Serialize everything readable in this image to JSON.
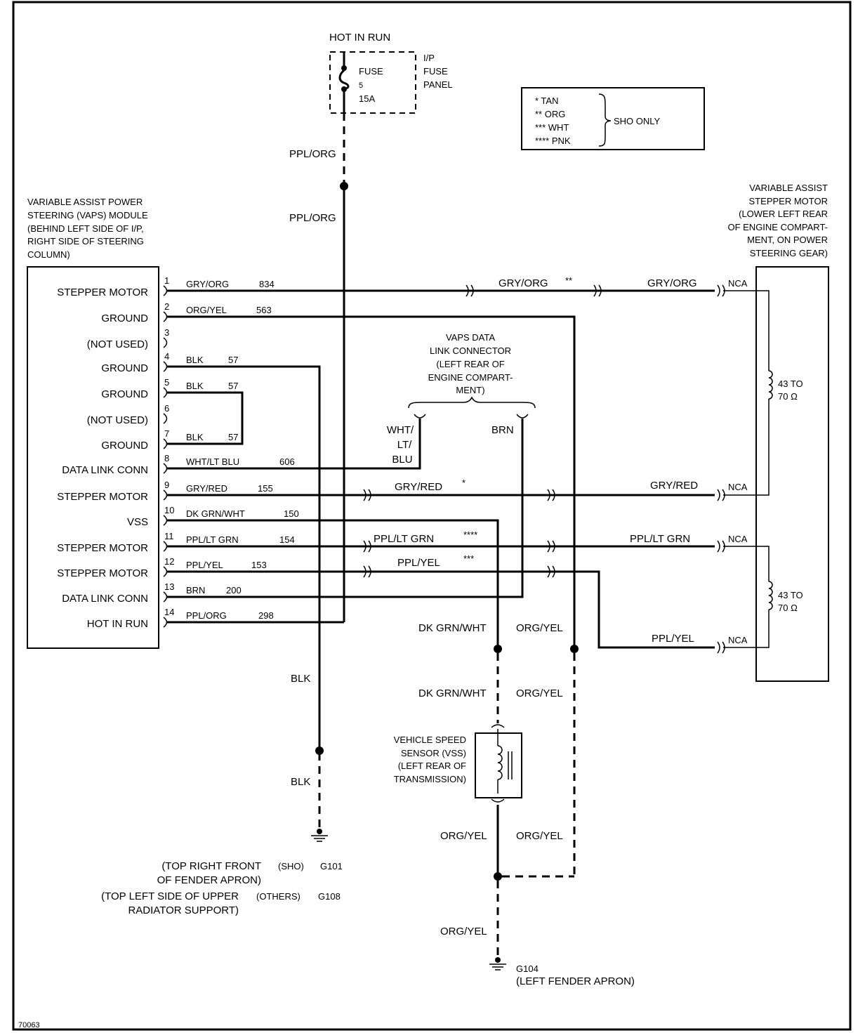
{
  "fuse_panel": {
    "hot_label": "HOT IN RUN",
    "fuse_lines": [
      "FUSE",
      "5",
      "15A"
    ],
    "panel_lines": [
      "I/P",
      "FUSE",
      "PANEL"
    ]
  },
  "legend": {
    "items": [
      "* TAN",
      "** ORG",
      "*** WHT",
      "**** PNK"
    ],
    "note": "SHO ONLY"
  },
  "feed_wire": {
    "upper_label": "PPL/ORG",
    "lower_label": "PPL/ORG"
  },
  "module": {
    "title_lines": [
      "VARIABLE ASSIST POWER",
      "STEERING (VAPS) MODULE",
      "(BEHIND LEFT SIDE OF I/P,",
      "RIGHT SIDE OF STEERING",
      "COLUMN)"
    ],
    "pins": [
      {
        "num": "1",
        "name": "STEPPER MOTOR",
        "wire": "GRY/ORG",
        "circuit": "834"
      },
      {
        "num": "2",
        "name": "GROUND",
        "wire": "ORG/YEL",
        "circuit": "563"
      },
      {
        "num": "3",
        "name": "(NOT USED)",
        "wire": "",
        "circuit": ""
      },
      {
        "num": "4",
        "name": "GROUND",
        "wire": "BLK",
        "circuit": "57"
      },
      {
        "num": "5",
        "name": "GROUND",
        "wire": "BLK",
        "circuit": "57"
      },
      {
        "num": "6",
        "name": "(NOT USED)",
        "wire": "",
        "circuit": ""
      },
      {
        "num": "7",
        "name": "GROUND",
        "wire": "BLK",
        "circuit": "57"
      },
      {
        "num": "8",
        "name": "DATA LINK CONN",
        "wire": "WHT/LT BLU",
        "circuit": "606"
      },
      {
        "num": "9",
        "name": "STEPPER MOTOR",
        "wire": "GRY/RED",
        "circuit": "155"
      },
      {
        "num": "10",
        "name": "VSS",
        "wire": "DK GRN/WHT",
        "circuit": "150"
      },
      {
        "num": "11",
        "name": "STEPPER MOTOR",
        "wire": "PPL/LT GRN",
        "circuit": "154"
      },
      {
        "num": "12",
        "name": "STEPPER MOTOR",
        "wire": "PPL/YEL",
        "circuit": "153"
      },
      {
        "num": "13",
        "name": "DATA LINK CONN",
        "wire": "BRN",
        "circuit": "200"
      },
      {
        "num": "14",
        "name": "HOT IN RUN",
        "wire": "PPL/ORG",
        "circuit": "298"
      }
    ]
  },
  "stepper_motor": {
    "title_lines": [
      "VARIABLE ASSIST",
      "STEPPER MOTOR",
      "(LOWER LEFT REAR",
      "OF ENGINE COMPART-",
      "MENT, ON POWER",
      "STEERING GEAR)"
    ],
    "coil_lines": [
      "43 TO",
      "70 Ω"
    ],
    "terminal": "NCA"
  },
  "dlc": {
    "title_lines": [
      "VAPS DATA",
      "LINK CONNECTOR",
      "(LEFT REAR OF",
      "ENGINE COMPART-",
      "MENT)"
    ],
    "left_wire_lines": [
      "WHT/",
      "LT/",
      "BLU"
    ],
    "right_wire": "BRN"
  },
  "mid_wires": {
    "gry_org_a": "GRY/ORG",
    "gry_org_mark": "**",
    "gry_org_b": "GRY/ORG",
    "gry_red_a": "GRY/RED",
    "gry_red_mark": "*",
    "gry_red_b": "GRY/RED",
    "ppl_lt_grn_a": "PPL/LT GRN",
    "ppl_lt_grn_mark": "****",
    "ppl_lt_grn_b": "PPL/LT GRN",
    "ppl_yel_a": "PPL/YEL",
    "ppl_yel_mark": "***",
    "ppl_yel_b": "PPL/YEL"
  },
  "ground_wire": {
    "blk_1": "BLK",
    "blk_2": "BLK",
    "g101_loc_lines": [
      "(TOP RIGHT FRONT",
      "OF FENDER APRON)"
    ],
    "g101_variant": "(SHO)",
    "g101_id": "G101",
    "g108_loc_lines": [
      "(TOP LEFT SIDE OF UPPER",
      "RADIATOR SUPPORT)"
    ],
    "g108_variant": "(OTHERS)",
    "g108_id": "G108"
  },
  "vss_area": {
    "dkgrn_1": "DK GRN/WHT",
    "dkgrn_2": "DK GRN/WHT",
    "orgyel_1": "ORG/YEL",
    "orgyel_2": "ORG/YEL",
    "sensor_lines": [
      "VEHICLE SPEED",
      "SENSOR (VSS)",
      "(LEFT REAR OF",
      "TRANSMISSION)"
    ],
    "orgyel_3": "ORG/YEL",
    "orgyel_4": "ORG/YEL",
    "orgyel_5": "ORG/YEL",
    "g104_lines": [
      "G104",
      "(LEFT FENDER APRON)"
    ]
  },
  "figure_id": "70063"
}
